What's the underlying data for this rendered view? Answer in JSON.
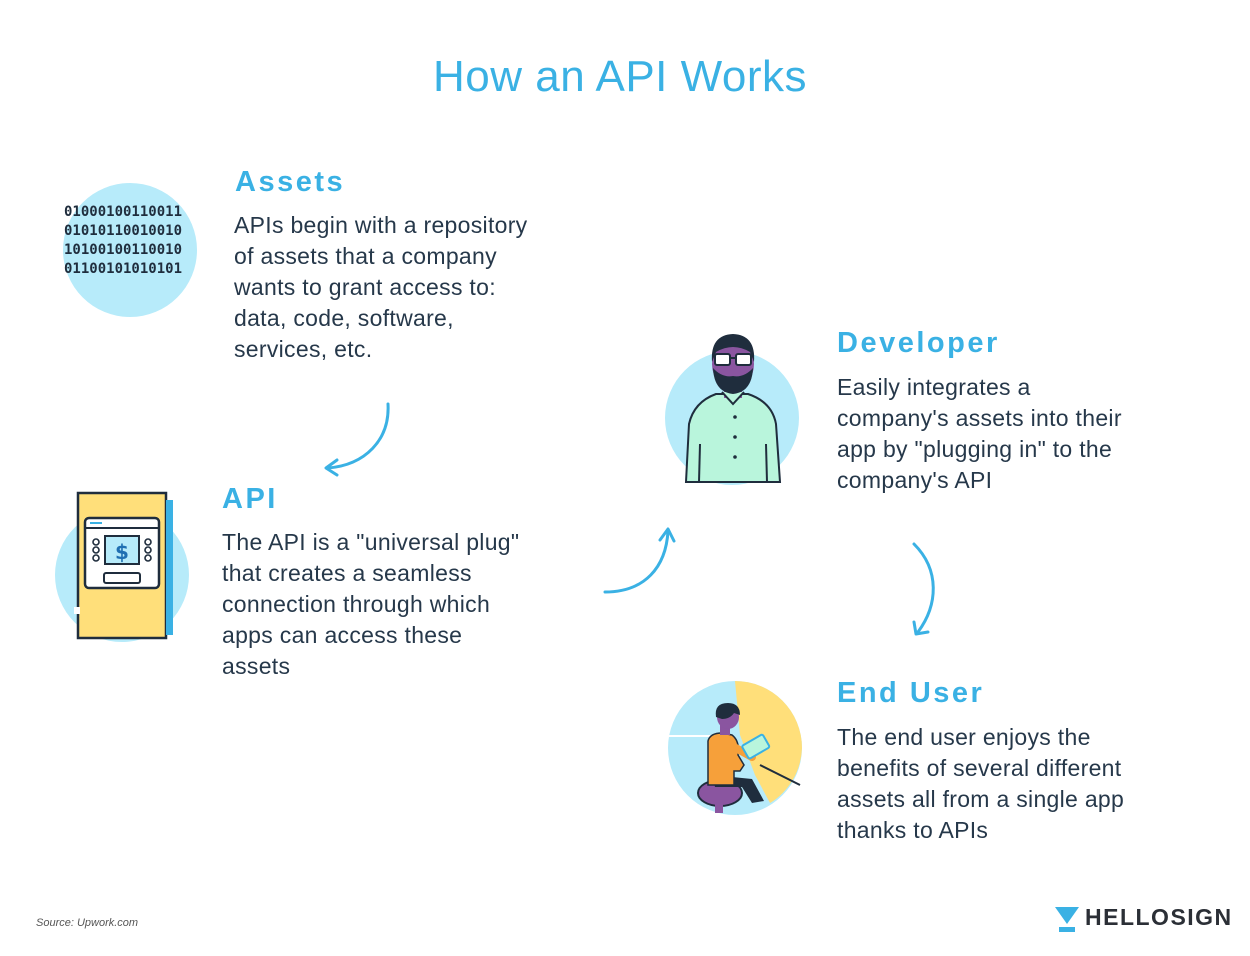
{
  "title": "How an API Works",
  "steps": {
    "assets": {
      "heading": "Assets",
      "text": "APIs begin with a repository\nof assets that a company\nwants to grant access to:\ndata, code, software,\nservices, etc.",
      "binary": [
        "01000100110011",
        "01010110010010",
        "10100100110010",
        "01100101010101"
      ]
    },
    "api": {
      "heading": "API",
      "text": "The API is a \"universal plug\"\nthat creates a seamless\nconnection through which\napps can access these\nassets",
      "atm_symbol": "$"
    },
    "developer": {
      "heading": "Developer",
      "text": "Easily integrates a\ncompany's assets into their\napp by \"plugging in\" to the\ncompany's API"
    },
    "end_user": {
      "heading": "End User",
      "text": "The end user enjoys the\nbenefits of several different\nassets all from a single app\nthanks to APIs"
    }
  },
  "footer": {
    "source": "Source: Upwork.com",
    "brand": "HELLOSIGN"
  },
  "colors": {
    "accent": "#3ab1e4",
    "circle": "#b7ebfa",
    "yellow": "#ffdf7a",
    "mint": "#b9f5dc",
    "purple": "#8a55a0",
    "orange": "#f6a03a"
  }
}
